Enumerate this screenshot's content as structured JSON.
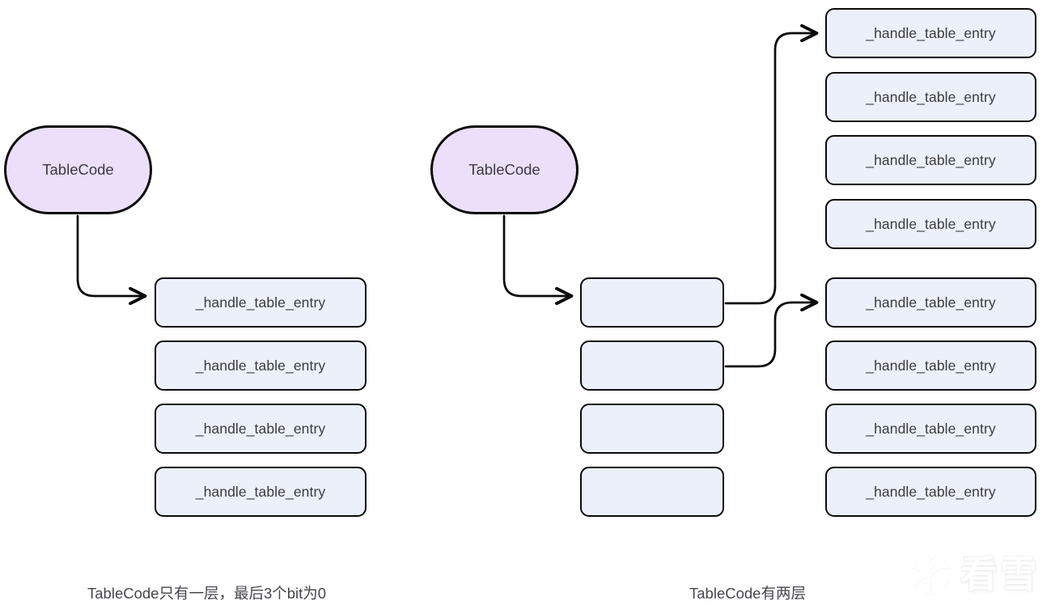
{
  "diagram": {
    "title": "TableCode table entry dispatch diagram",
    "colors": {
      "box_fill": "#ebf0fa",
      "box_stroke": "#0b0b0b",
      "stadium_fill": "#ebdffa",
      "text": "#3b3b42",
      "caption_text": "#45464b",
      "background": "#ffffff",
      "watermark": "#ffffff"
    },
    "left_panel": {
      "root_label": "TableCode",
      "caption": "TableCode只有一层，最后3个bit为0",
      "entries": [
        {
          "label": "_handle_table_entry"
        },
        {
          "label": "_handle_table_entry"
        },
        {
          "label": "_handle_table_entry"
        },
        {
          "label": "_handle_table_entry"
        }
      ]
    },
    "right_panel": {
      "root_label": "TableCode",
      "caption": "TableCode有两层",
      "level1": [
        {
          "label": ""
        },
        {
          "label": ""
        },
        {
          "label": ""
        },
        {
          "label": ""
        }
      ],
      "level2_group_a": [
        {
          "label": "_handle_table_entry"
        },
        {
          "label": "_handle_table_entry"
        },
        {
          "label": "_handle_table_entry"
        },
        {
          "label": "_handle_table_entry"
        }
      ],
      "level2_group_b": [
        {
          "label": "_handle_table_entry"
        },
        {
          "label": "_handle_table_entry"
        },
        {
          "label": "_handle_table_entry"
        },
        {
          "label": "_handle_table_entry"
        }
      ]
    },
    "watermark": {
      "icon": "snowflake-icon",
      "text": "看雪"
    }
  }
}
